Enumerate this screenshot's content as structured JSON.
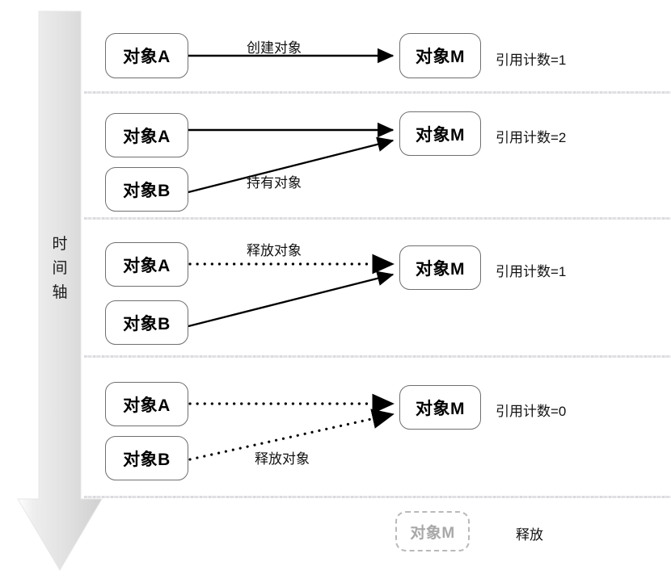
{
  "diagram": {
    "title_text": "",
    "timeline": {
      "label_chars": [
        "时",
        "间",
        "轴"
      ],
      "label_full": "时间轴",
      "icon": "down-arrow-icon",
      "color": "#e3e3e3"
    },
    "colors": {
      "box_border": "#6f6f6f",
      "box_text": "#000000",
      "ghost_border": "#b9b9b9",
      "ghost_text": "#a8a8a8",
      "separator": "#dcdcdf",
      "edge": "#000000",
      "background": "#ffffff"
    },
    "stages": [
      {
        "id": "stage-1",
        "sources": [
          {
            "label": "对象A"
          }
        ],
        "target": {
          "label": "对象M"
        },
        "edges": [
          {
            "label": "创建对象",
            "style": "solid"
          }
        ],
        "status": "引用计数=1"
      },
      {
        "id": "stage-2",
        "sources": [
          {
            "label": "对象A"
          },
          {
            "label": "对象B"
          }
        ],
        "target": {
          "label": "对象M"
        },
        "edges": [
          {
            "label": "",
            "style": "solid"
          },
          {
            "label": "持有对象",
            "style": "solid"
          }
        ],
        "status": "引用计数=2"
      },
      {
        "id": "stage-3",
        "sources": [
          {
            "label": "对象A"
          },
          {
            "label": "对象B"
          }
        ],
        "target": {
          "label": "对象M"
        },
        "edges": [
          {
            "label": "释放对象",
            "style": "dotted"
          },
          {
            "label": "",
            "style": "solid"
          }
        ],
        "status": "引用计数=1"
      },
      {
        "id": "stage-4",
        "sources": [
          {
            "label": "对象A"
          },
          {
            "label": "对象B"
          }
        ],
        "target": {
          "label": "对象M"
        },
        "edges": [
          {
            "label": "",
            "style": "dotted"
          },
          {
            "label": "释放对象",
            "style": "dotted"
          }
        ],
        "status": "引用计数=0"
      },
      {
        "id": "stage-5",
        "sources": [],
        "target": {
          "label": "对象M",
          "ghost": true
        },
        "edges": [],
        "status": "释放"
      }
    ],
    "labels": {
      "s1_edge": "创建对象",
      "s1_status": "引用计数=1",
      "s1_a": "对象A",
      "s1_m": "对象M",
      "s2_edge": "持有对象",
      "s2_status": "引用计数=2",
      "s2_a": "对象A",
      "s2_b": "对象B",
      "s2_m": "对象M",
      "s3_edge": "释放对象",
      "s3_status": "引用计数=1",
      "s3_a": "对象A",
      "s3_b": "对象B",
      "s3_m": "对象M",
      "s4_edge": "释放对象",
      "s4_status": "引用计数=0",
      "s4_a": "对象A",
      "s4_b": "对象B",
      "s4_m": "对象M",
      "s5_m": "对象M",
      "s5_status": "释放"
    }
  }
}
